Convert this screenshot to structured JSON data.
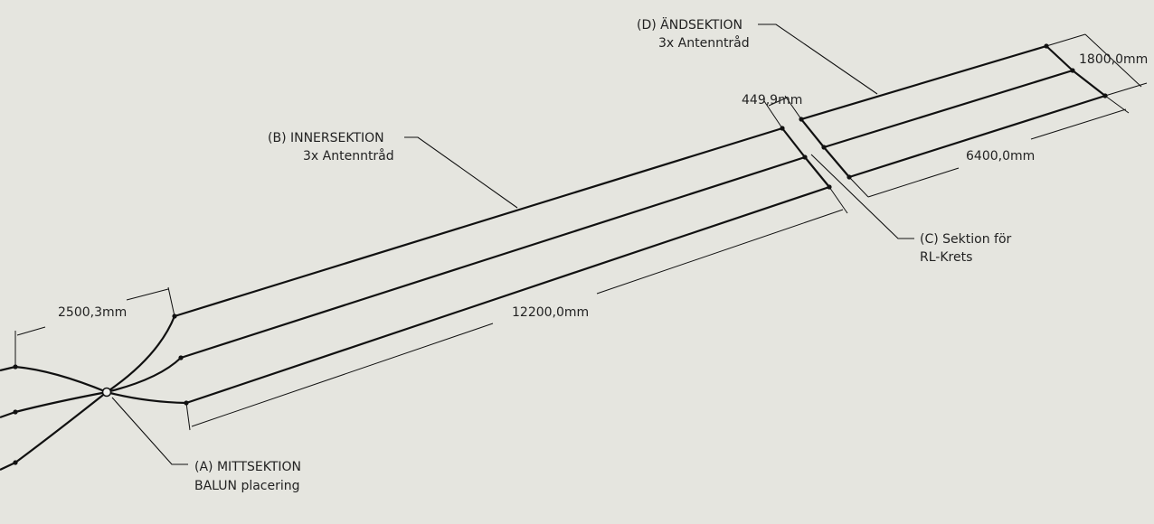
{
  "labels": {
    "d_title": "(D) ÄNDSEKTION",
    "d_sub": "3x Antenntråd",
    "b_title": "(B) INNERSEKTION",
    "b_sub": "3x Antenntråd",
    "c_title": "(C) Sektion för",
    "c_sub": "RL-Krets",
    "a_title": "(A) MITTSEKTION",
    "a_sub": "BALUN placering"
  },
  "dimensions": {
    "d1": "1800,0mm",
    "d2": "6400,0mm",
    "d3": "449,9mm",
    "d4": "12200,0mm",
    "d5": "2500,3mm"
  }
}
